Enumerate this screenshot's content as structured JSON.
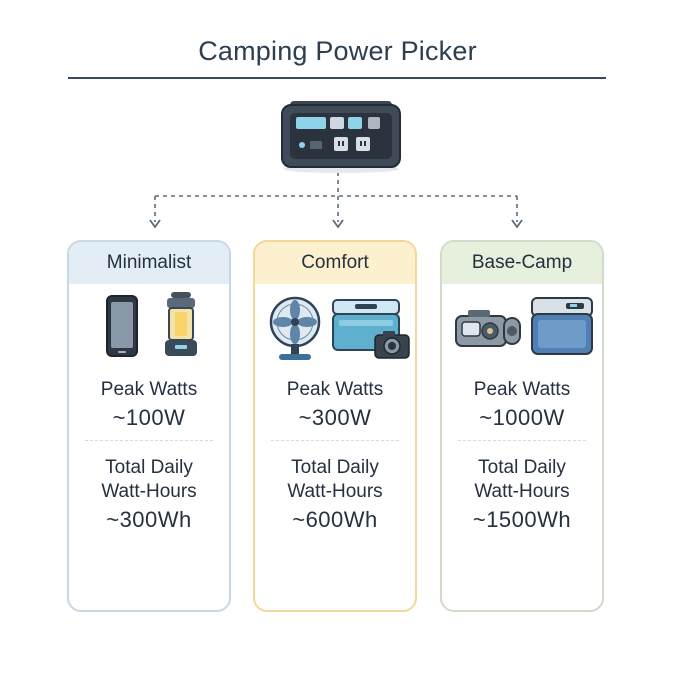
{
  "title": "Camping Power Picker",
  "hub": {
    "icon": "power-station-icon"
  },
  "colors": {
    "minimalist_accent": "#e3edf6",
    "comfort_accent": "#fcf0cf",
    "basecamp_accent": "#e6f0dd",
    "connector": "#5b6b7b"
  },
  "cards": [
    {
      "name": "Minimalist",
      "icons": [
        "smartphone-icon",
        "lantern-icon"
      ],
      "peak_label": "Peak Watts",
      "peak_value": "~100W",
      "daily_label_1": "Total Daily",
      "daily_label_2": "Watt-Hours",
      "daily_value": "~300Wh"
    },
    {
      "name": "Comfort",
      "icons": [
        "fan-icon",
        "cooler-icon",
        "camera-icon"
      ],
      "peak_label": "Peak Watts",
      "peak_value": "~300W",
      "daily_label_1": "Total Daily",
      "daily_label_2": "Watt-Hours",
      "daily_value": "~600Wh"
    },
    {
      "name": "Base-Camp",
      "icons": [
        "projector-icon",
        "fridge-cooler-icon"
      ],
      "peak_label": "Peak Watts",
      "peak_value": "~1000W",
      "daily_label_1": "Total Daily",
      "daily_label_2": "Watt-Hours",
      "daily_value": "~1500Wh"
    }
  ]
}
